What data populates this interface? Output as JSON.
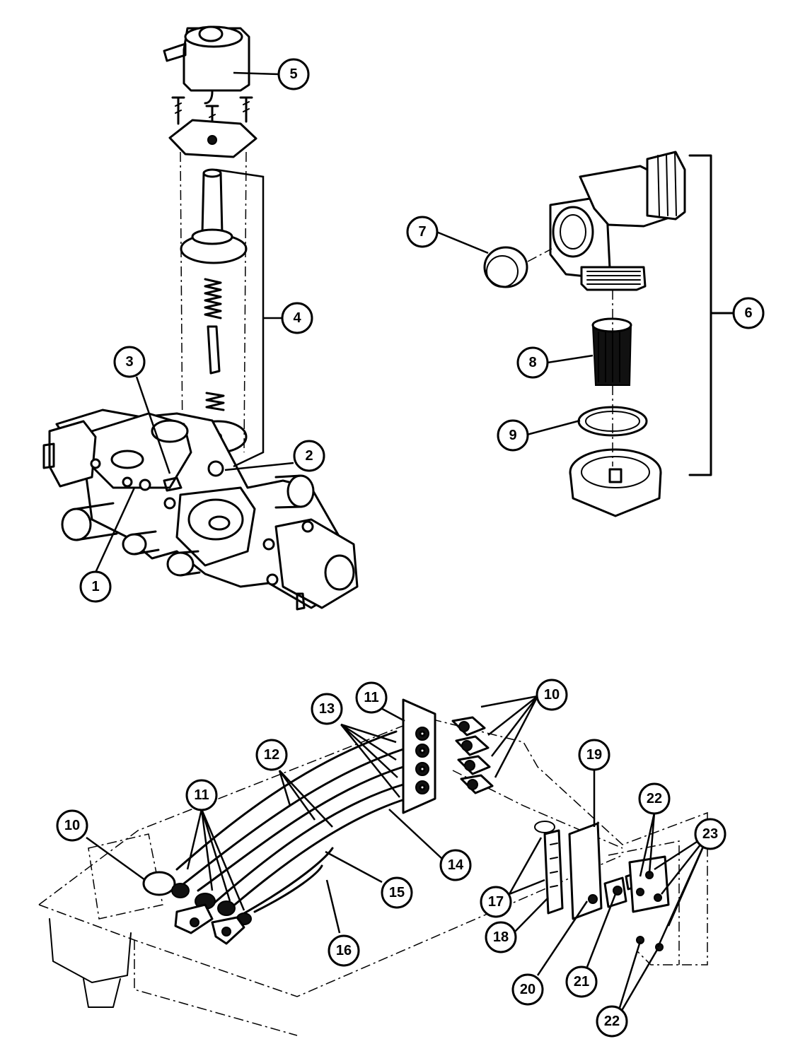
{
  "callouts": [
    {
      "id": "c1",
      "label": "1"
    },
    {
      "id": "c2",
      "label": "2"
    },
    {
      "id": "c3",
      "label": "3"
    },
    {
      "id": "c4",
      "label": "4"
    },
    {
      "id": "c5",
      "label": "5"
    },
    {
      "id": "c6",
      "label": "6"
    },
    {
      "id": "c7",
      "label": "7"
    },
    {
      "id": "c8",
      "label": "8"
    },
    {
      "id": "c9",
      "label": "9"
    },
    {
      "id": "c10a",
      "label": "10"
    },
    {
      "id": "c10b",
      "label": "10"
    },
    {
      "id": "c11a",
      "label": "11"
    },
    {
      "id": "c11b",
      "label": "11"
    },
    {
      "id": "c12",
      "label": "12"
    },
    {
      "id": "c13",
      "label": "13"
    },
    {
      "id": "c14",
      "label": "14"
    },
    {
      "id": "c15",
      "label": "15"
    },
    {
      "id": "c16",
      "label": "16"
    },
    {
      "id": "c17",
      "label": "17"
    },
    {
      "id": "c18",
      "label": "18"
    },
    {
      "id": "c19",
      "label": "19"
    },
    {
      "id": "c20",
      "label": "20"
    },
    {
      "id": "c21",
      "label": "21"
    },
    {
      "id": "c22a",
      "label": "22"
    },
    {
      "id": "c22b",
      "label": "22"
    },
    {
      "id": "c23",
      "label": "23"
    }
  ]
}
